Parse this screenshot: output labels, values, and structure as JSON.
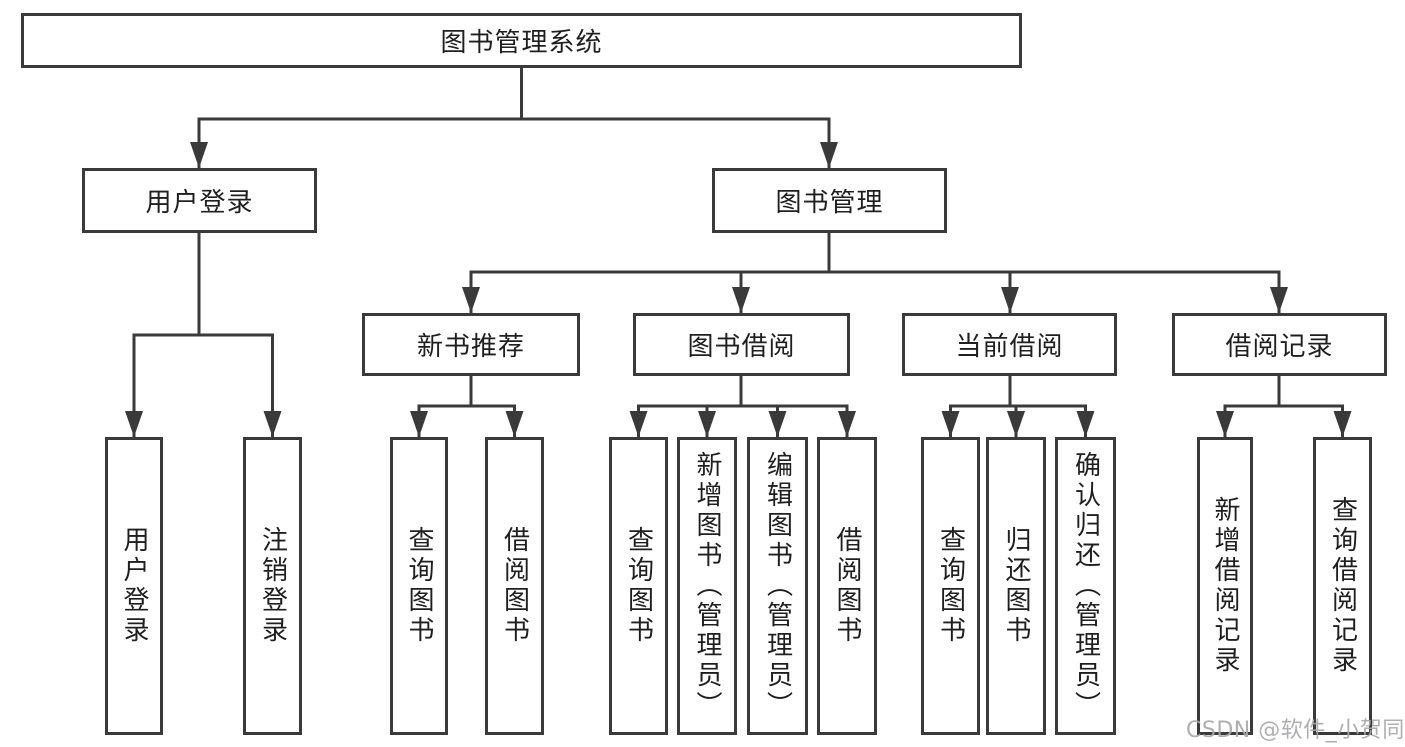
{
  "diagram": {
    "type": "tree",
    "root": {
      "label": "图书管理系统"
    },
    "level1": [
      {
        "label": "用户登录"
      },
      {
        "label": "图书管理"
      }
    ],
    "level2": [
      {
        "label": "新书推荐",
        "parent": "图书管理"
      },
      {
        "label": "图书借阅",
        "parent": "图书管理"
      },
      {
        "label": "当前借阅",
        "parent": "图书管理"
      },
      {
        "label": "借阅记录",
        "parent": "图书管理"
      }
    ],
    "leaves": [
      {
        "label": "用户登录",
        "parent": "用户登录"
      },
      {
        "label": "注销登录",
        "parent": "用户登录"
      },
      {
        "label": "查询图书",
        "parent": "新书推荐"
      },
      {
        "label": "借阅图书",
        "parent": "新书推荐"
      },
      {
        "label": "查询图书",
        "parent": "图书借阅"
      },
      {
        "label": "新增图书（管理员）",
        "parent": "图书借阅"
      },
      {
        "label": "编辑图书（管理员）",
        "parent": "图书借阅"
      },
      {
        "label": "借阅图书",
        "parent": "图书借阅"
      },
      {
        "label": "查询图书",
        "parent": "当前借阅"
      },
      {
        "label": "归还图书",
        "parent": "当前借阅"
      },
      {
        "label": "确认归还（管理员）",
        "parent": "当前借阅"
      },
      {
        "label": "新增借阅记录",
        "parent": "借阅记录"
      },
      {
        "label": "查询借阅记录",
        "parent": "借阅记录"
      }
    ]
  },
  "watermark": {
    "text": "CSDN @软件_小贺同学"
  },
  "colors": {
    "line": "#3a3a3a",
    "box_border": "#3a3a3a",
    "text": "#1f1f1f",
    "background": "#ffffff",
    "watermark": "#a8a8aa"
  }
}
